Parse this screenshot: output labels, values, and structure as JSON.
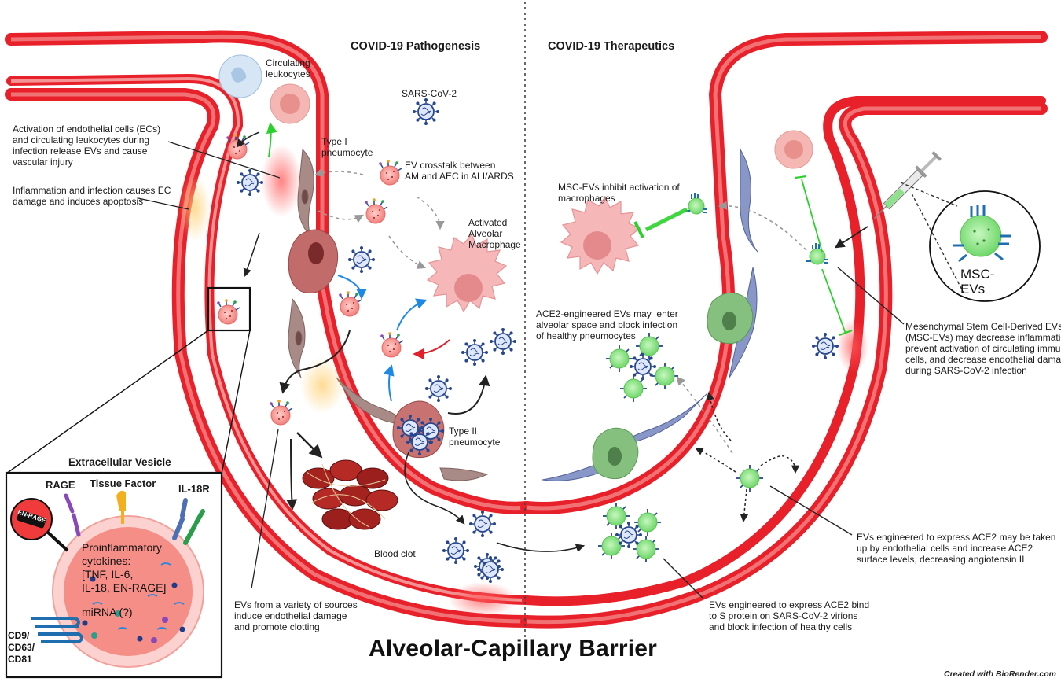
{
  "headers": {
    "left": "COVID-19 Pathogenesis",
    "right": "COVID-19 Therapeutics"
  },
  "main_title": "Alveolar-Capillary Barrier",
  "credit": "Created with BioRender.com",
  "labels": {
    "circulating_leukocytes": "Circulating\nleukocytes",
    "sars_cov_2": "SARS-CoV-2",
    "type1": "Type I\npneumocyte",
    "ev_crosstalk": "EV crosstalk between\nAM and AEC in ALI/ARDS",
    "activated_am": "Activated\nAlveolar\nMacrophage",
    "type2": "Type II\npneumocyte",
    "blood_clot": "Blood clot",
    "activation_ecs": "Activation of endothelial cells (ECs)\nand circulating leukocytes during\ninfection release EVs and cause\nvascular injury",
    "inflammation": "Inflammation and infection causes EC\ndamage and induces apoptosis",
    "evs_variety": "EVs from a variety of sources\ninduce endothelial damage\nand promote clotting",
    "msc_inhibit": "MSC-EVs inhibit activation of\nmacrophages",
    "ace2_enter": "ACE2-engineered EVs may  enter\nalveolar space and block infection\nof healthy pneumocytes",
    "msc_evs_desc": "Mesenchymal Stem Cell-Derived EVs\n(MSC-EVs) may decrease inflammation ,\nprevent activation of circulating immune\ncells, and decrease endothelial damage\nduring SARS-CoV-2 infection",
    "ace2_endo": "EVs engineered to express ACE2 may be taken\nup by endothelial cells and increase ACE2\nsurface levels, decreasing angiotensin II",
    "ace2_bind": "EVs engineered to express ACE2 bind\nto S protein on SARS-CoV-2 virions\nand block infection of healthy cells",
    "msc_evs_circle": "MSC-\nEVs"
  },
  "inset": {
    "title": "Extracellular Vesicle",
    "rage": "RAGE",
    "tissue_factor": "Tissue Factor",
    "il18r": "IL-18R",
    "en_rage": "EN-RAGE",
    "cytokines": "Proinflammatory\ncytokines:\n[TNF, IL-6,\nIL-18, EN-RAGE]",
    "mirna": "miRNA (?)",
    "cd": "CD9/\nCD63/\nCD81"
  },
  "colors": {
    "vessel_red": "#e8202a",
    "vessel_dark": "#b01418",
    "vessel_pink": "#f7b7b3",
    "virus_blue": "#26468f",
    "ev_green": "#7fe07a",
    "macrophage_pink": "#f4a9ab",
    "arrow_green": "#2bd12b",
    "arrow_blue": "#1e88e5"
  }
}
